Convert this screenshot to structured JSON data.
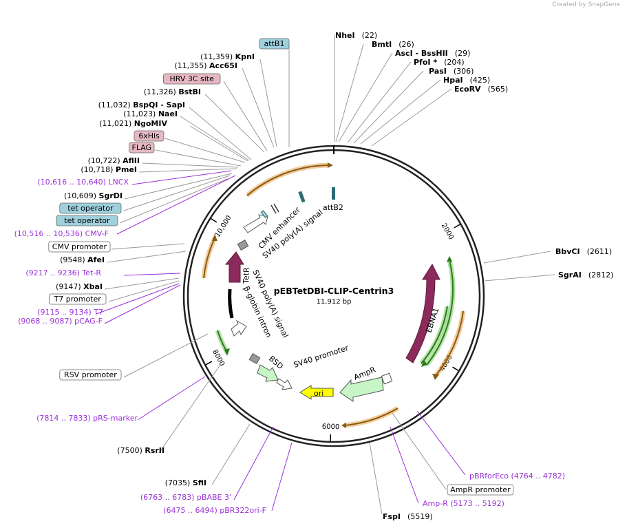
{
  "credit": "Created by SnapGene",
  "plasmid": {
    "name": "pEBTetDBI-CLIP-Centrin3",
    "size": "11,912 bp"
  },
  "ticks": [
    {
      "bp": 2000,
      "label": "2000"
    },
    {
      "bp": 4000,
      "label": "4000"
    },
    {
      "bp": 6000,
      "label": "6000"
    },
    {
      "bp": 8000,
      "label": "8000"
    },
    {
      "bp": 10000,
      "label": "10,000"
    }
  ],
  "enzymes_right": [
    {
      "name": "NheI",
      "pos": "(22)"
    },
    {
      "name": "BmtI",
      "pos": "(26)"
    },
    {
      "name": "AscI - BssHII",
      "pos": "(29)"
    },
    {
      "name": "PfoI *",
      "pos": "(204)"
    },
    {
      "name": "PasI",
      "pos": "(306)"
    },
    {
      "name": "HpaI",
      "pos": "(425)"
    },
    {
      "name": "EcoRV",
      "pos": "(565)"
    },
    {
      "name": "BbvCI",
      "pos": "(2611)"
    },
    {
      "name": "SgrAI",
      "pos": "(2812)"
    },
    {
      "name": "FspI",
      "pos": "(5519)"
    }
  ],
  "left_labels": [
    {
      "kind": "feature",
      "text": "attB1",
      "color": "#9fd0dc"
    },
    {
      "kind": "enzyme",
      "name": "KpnI",
      "pos": "(11,359)"
    },
    {
      "kind": "enzyme",
      "name": "Acc65I",
      "pos": "(11,355)"
    },
    {
      "kind": "feature",
      "text": "HRV 3C site",
      "color": "#e6b8c4"
    },
    {
      "kind": "enzyme",
      "name": "BstBI",
      "pos": "(11,326)"
    },
    {
      "kind": "enzyme",
      "name": "BspQI - SapI",
      "pos": "(11,032)"
    },
    {
      "kind": "enzyme",
      "name": "NaeI",
      "pos": "(11,023)"
    },
    {
      "kind": "enzyme",
      "name": "NgoMIV",
      "pos": "(11,021)"
    },
    {
      "kind": "feature",
      "text": "6xHis",
      "color": "#e6b8c4"
    },
    {
      "kind": "feature",
      "text": "FLAG",
      "color": "#e6b8c4"
    },
    {
      "kind": "enzyme",
      "name": "AflII",
      "pos": "(10,722)"
    },
    {
      "kind": "enzyme",
      "name": "PmeI",
      "pos": "(10,718)"
    },
    {
      "kind": "primer",
      "text": "(10,616 .. 10,640)  LNCX"
    },
    {
      "kind": "enzyme",
      "name": "SgrDI",
      "pos": "(10,609)"
    },
    {
      "kind": "feature",
      "text": "tet operator",
      "color": "#9fd0dc"
    },
    {
      "kind": "feature",
      "text": "tet operator",
      "color": "#9fd0dc"
    },
    {
      "kind": "primer",
      "text": "(10,516 .. 10,536)  CMV-F"
    },
    {
      "kind": "feature",
      "text": "CMV promoter",
      "color": "#ffffff"
    },
    {
      "kind": "enzyme",
      "name": "AfeI",
      "pos": "(9548)"
    },
    {
      "kind": "primer",
      "text": "(9217 .. 9236)  Tet-R"
    },
    {
      "kind": "enzyme",
      "name": "XbaI",
      "pos": "(9147)"
    },
    {
      "kind": "feature",
      "text": "T7 promoter",
      "color": "#ffffff"
    },
    {
      "kind": "primer",
      "text": "(9115 .. 9134)  T7"
    },
    {
      "kind": "primer",
      "text": "(9068 .. 9087)  pCAG-F"
    },
    {
      "kind": "feature",
      "text": "RSV promoter",
      "color": "#ffffff"
    },
    {
      "kind": "primer",
      "text": "(7814 .. 7833)  pRS-marker"
    },
    {
      "kind": "enzyme",
      "name": "RsrII",
      "pos": "(7500)"
    },
    {
      "kind": "enzyme",
      "name": "SfiI",
      "pos": "(7035)"
    },
    {
      "kind": "primer",
      "text": "(6763 .. 6783)  pBABE 3'"
    },
    {
      "kind": "primer",
      "text": "(6475 .. 6494)  pBR322ori-F"
    }
  ],
  "bottom_right_labels": [
    {
      "kind": "primer",
      "text": "pBRforEco     (4764 .. 4782)"
    },
    {
      "kind": "feature",
      "text": "AmpR promoter",
      "color": "#ffffff"
    },
    {
      "kind": "primer",
      "text": "Amp-R     (5173 .. 5192)"
    }
  ],
  "inner_features": [
    {
      "text": "attB2"
    },
    {
      "text": "CMV enhancer"
    },
    {
      "text": "SV40 poly(A) signal"
    },
    {
      "text": "TetR"
    },
    {
      "text": "SV40 poly(A) signal"
    },
    {
      "text": "β-globin intron"
    },
    {
      "text": "BSD"
    },
    {
      "text": "SV40 promoter"
    },
    {
      "text": "AmpR"
    },
    {
      "text": "ori"
    },
    {
      "text": "EBNA1"
    }
  ],
  "colors": {
    "primer": "#9b30d9",
    "orf": "#8c2a5c",
    "ori": "#ffff00",
    "promoter": "#ffffff",
    "marker": "#c6f5c6",
    "green_arc": "#5cc23c",
    "orange_arc": "#e0902a"
  }
}
